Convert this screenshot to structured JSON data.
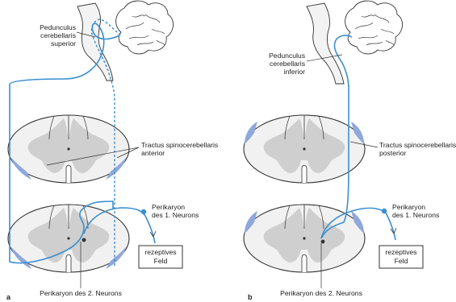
{
  "panel_a": {
    "letter": "a",
    "pedunculus_line1": "Pedunculus",
    "pedunculus_line2": "cerebellaris",
    "pedunculus_line3": "superior",
    "tract_line1": "Tractus spinocerebellaris",
    "tract_line2": "anterior",
    "peri1_line1": "Perikaryon",
    "peri1_line2": "des 1. Neurons",
    "field_line1": "rezeptives",
    "field_line2": "Feld",
    "peri2": "Perikaryon des 2. Neurons"
  },
  "panel_b": {
    "letter": "b",
    "pedunculus_line1": "Pedunculus",
    "pedunculus_line2": "cerebellaris",
    "pedunculus_line3": "inferior",
    "tract_line1": "Tractus spinocerebellaris",
    "tract_line2": "posterior",
    "peri1_line1": "Perikaryon",
    "peri1_line2": "des 1. Neurons",
    "field_line1": "rezeptives",
    "field_line2": "Feld",
    "peri2": "Perikaryon des 2. Neurons"
  },
  "colors": {
    "fibre": "#3a8fd0",
    "tract_area": "#8fa7db",
    "grey_matter": "#cfcfcf"
  }
}
